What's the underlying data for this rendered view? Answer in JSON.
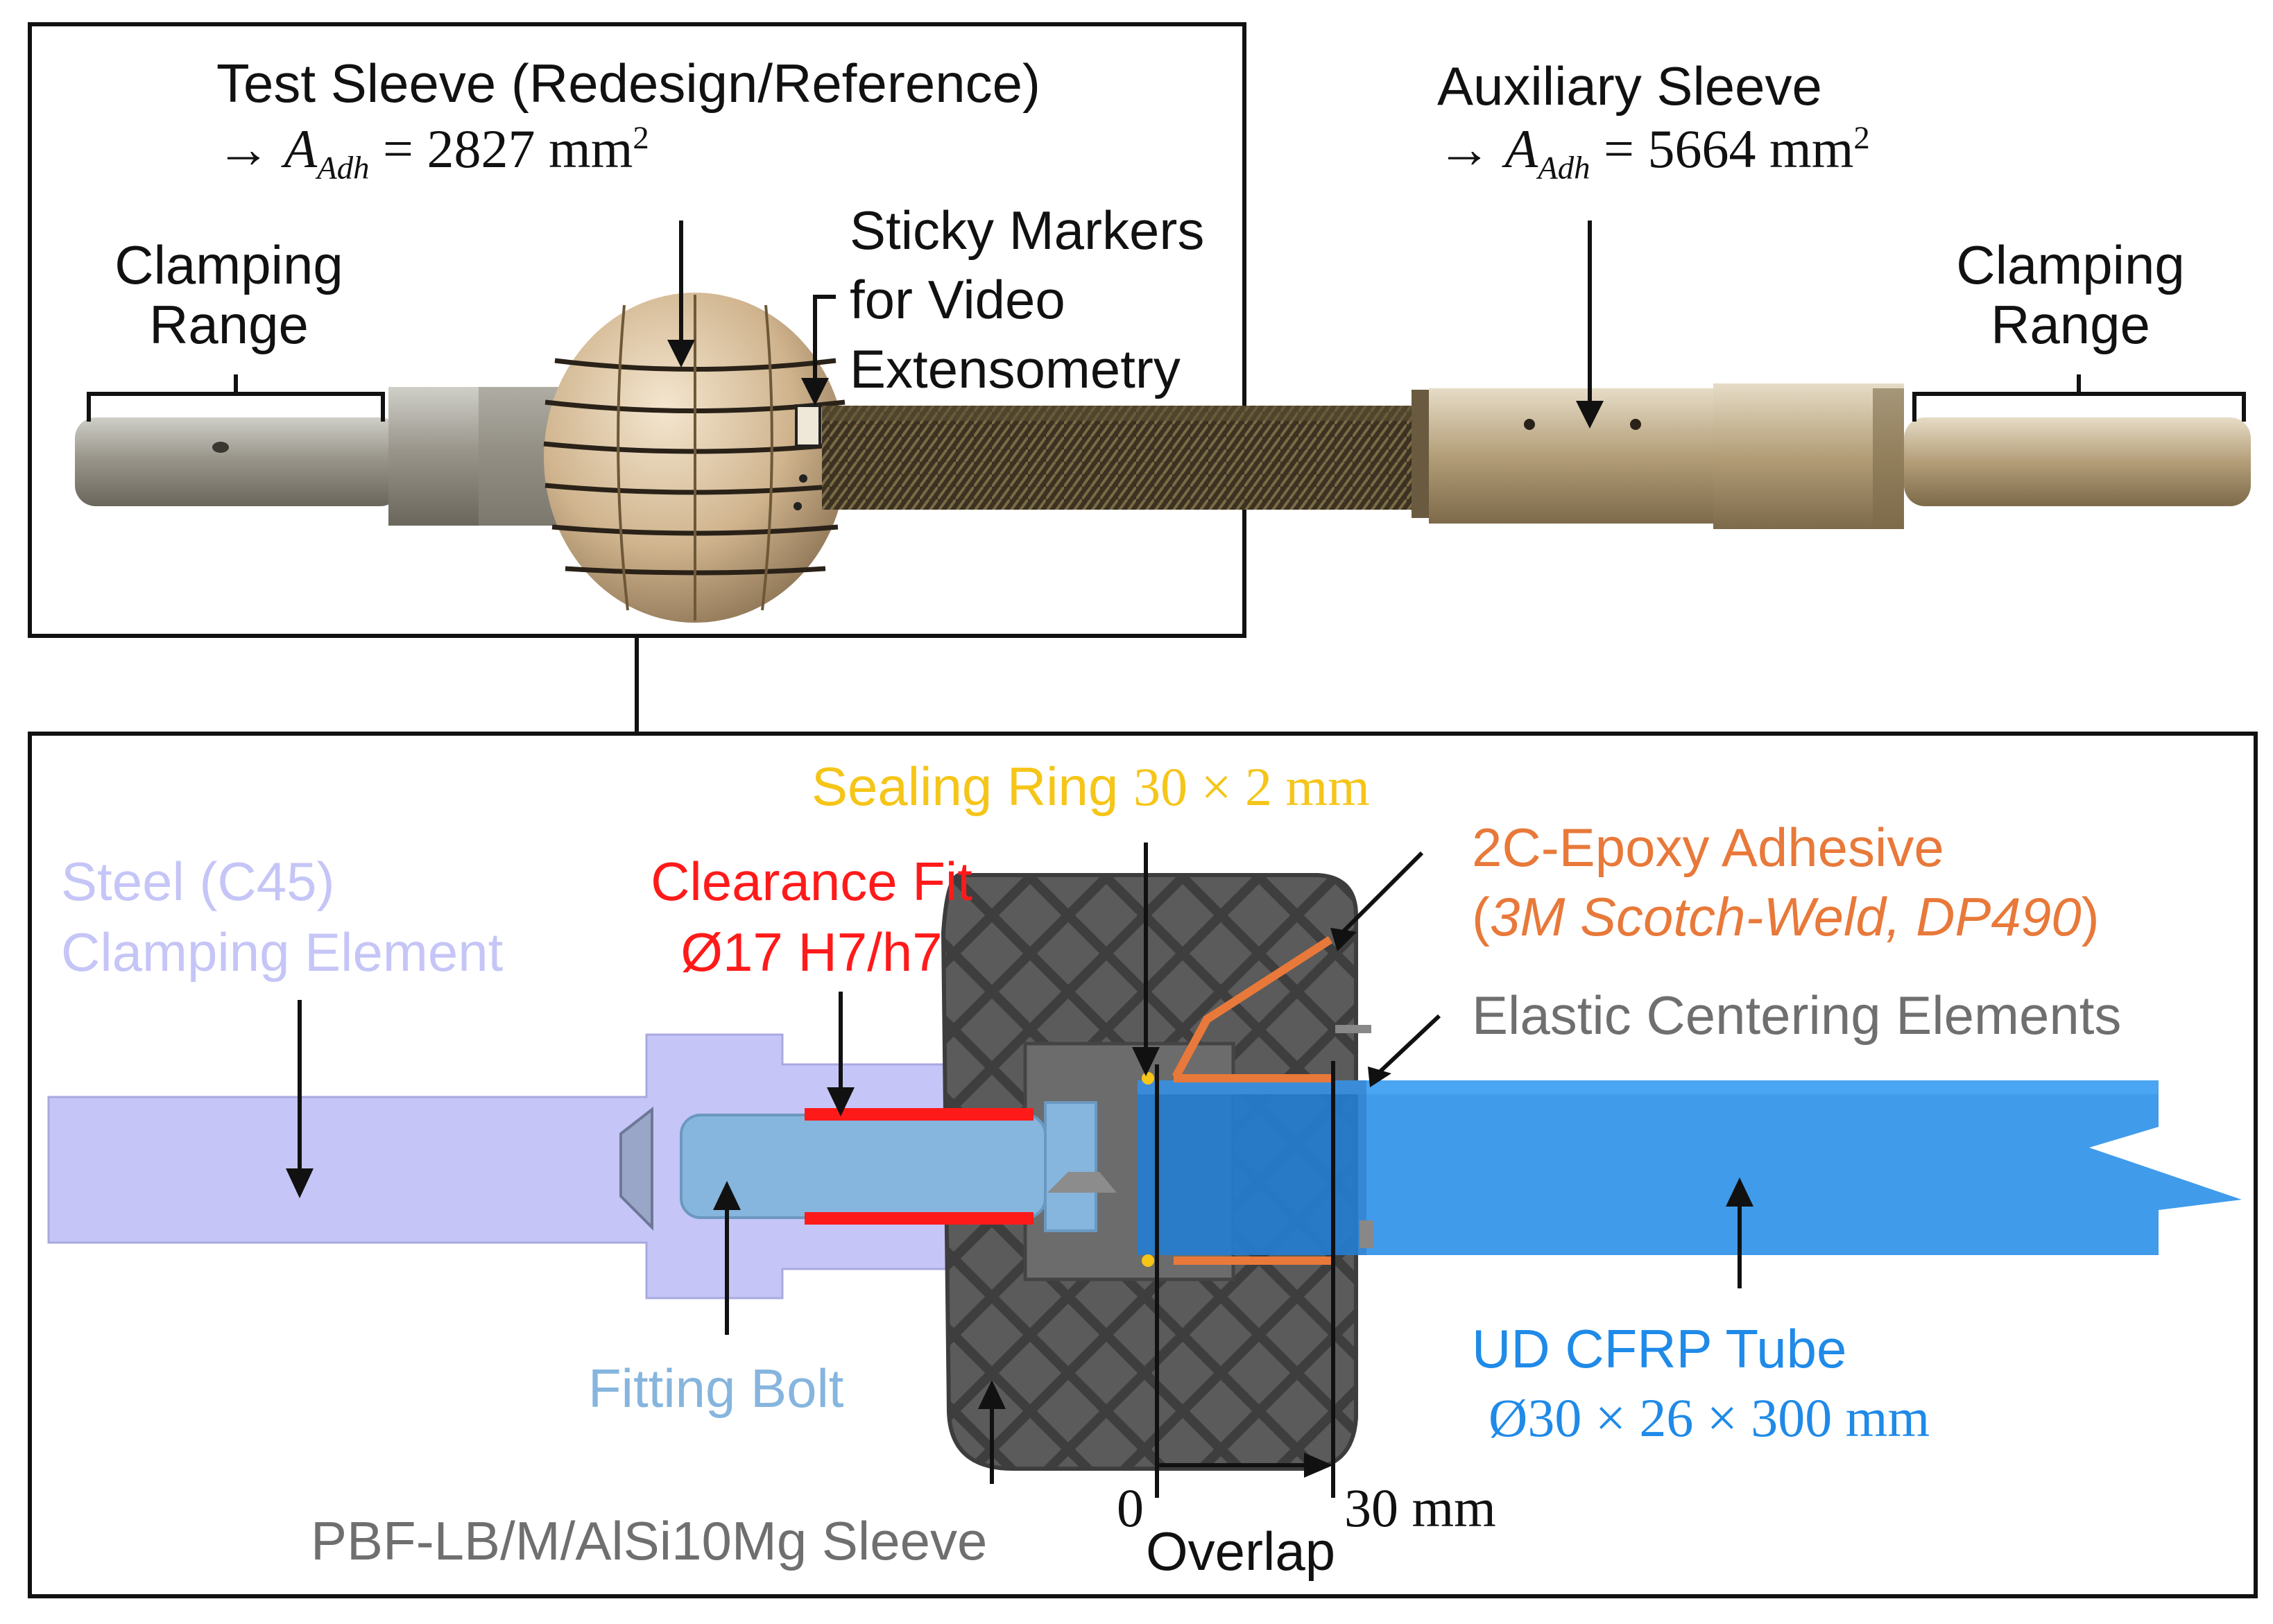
{
  "top_photo": {
    "test_sleeve_title": "Test Sleeve (Redesign/Reference)",
    "test_sleeve_area_prefix": "→ ",
    "test_sleeve_area_symbol": "A",
    "test_sleeve_area_sub": "Adh",
    "test_sleeve_area_value": " = 2827 mm",
    "test_sleeve_area_sup": "2",
    "aux_sleeve_title": "Auxiliary Sleeve",
    "aux_sleeve_area_prefix": "→ ",
    "aux_sleeve_area_symbol": "A",
    "aux_sleeve_area_sub": "Adh",
    "aux_sleeve_area_value": " = 5664 mm",
    "aux_sleeve_area_sup": "2",
    "clamping_left_line1": "Clamping",
    "clamping_left_line2": "Range",
    "clamping_right_line1": "Clamping",
    "clamping_right_line2": "Range",
    "sticky_line1": "Sticky Markers",
    "sticky_line2": "for Video",
    "sticky_line3": "Extensometry"
  },
  "section": {
    "sealing_ring_text": "Sealing Ring ",
    "sealing_ring_dims": "30 × 2 mm",
    "epoxy_line1": "2C-Epoxy Adhesive",
    "epoxy_line2_open": "(",
    "epoxy_line2_italic": "3M Scotch-Weld, DP490",
    "epoxy_line2_close": ")",
    "steel_line1": "Steel (C45)",
    "steel_line2": "Clamping Element",
    "clearance_line1": "Clearance Fit",
    "clearance_line2": "Ø17 H7/h7",
    "elastic": "Elastic Centering Elements",
    "tube_line1": "UD CFRP Tube",
    "tube_line2": "Ø30 × 26 × 300 mm",
    "fitting_bolt": "Fitting Bolt",
    "sleeve": "PBF-LB/M/AlSi10Mg Sleeve",
    "overlap_zero": "0",
    "overlap_end": "30 mm",
    "overlap_label": "Overlap"
  },
  "colors": {
    "steel": "#c5c5f7",
    "bolt": "#86b5de",
    "clearance": "#ff1a1a",
    "sealing": "#f5c518",
    "epoxy": "#e8793a",
    "elastic": "#6f6f6f",
    "tube": "#1f8ae8",
    "sleeve": "#5a5a5a"
  }
}
